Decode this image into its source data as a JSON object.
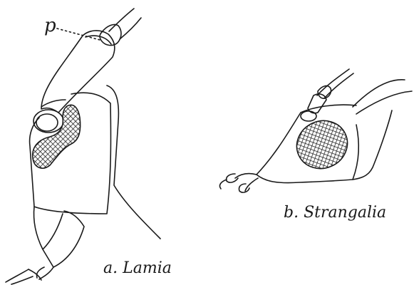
{
  "figure": {
    "pointer_label": "p",
    "panel_a_label": "a. Lamia",
    "panel_b_label": "b. Strangalia",
    "ink_color": "#1a1a1a",
    "background_color": "#ffffff"
  }
}
